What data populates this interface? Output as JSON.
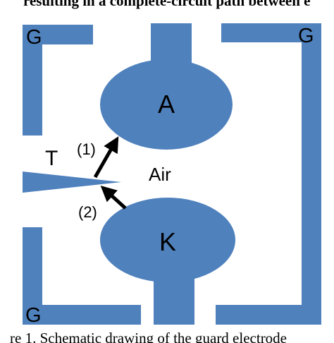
{
  "caption_top": "resulting in a complete-circuit path between e",
  "caption_bottom": "re 1. Schematic drawing of the guard electrode",
  "labels": {
    "guard_top_left": "G",
    "guard_top_right": "G",
    "guard_bottom_left": "G",
    "anode": "A",
    "cathode": "K",
    "trigger": "T",
    "air": "Air",
    "path_1": "(1)",
    "path_2": "(2)"
  },
  "colors": {
    "shape_fill": "#4f81bd",
    "text": "#000000",
    "background": "#ffffff"
  }
}
